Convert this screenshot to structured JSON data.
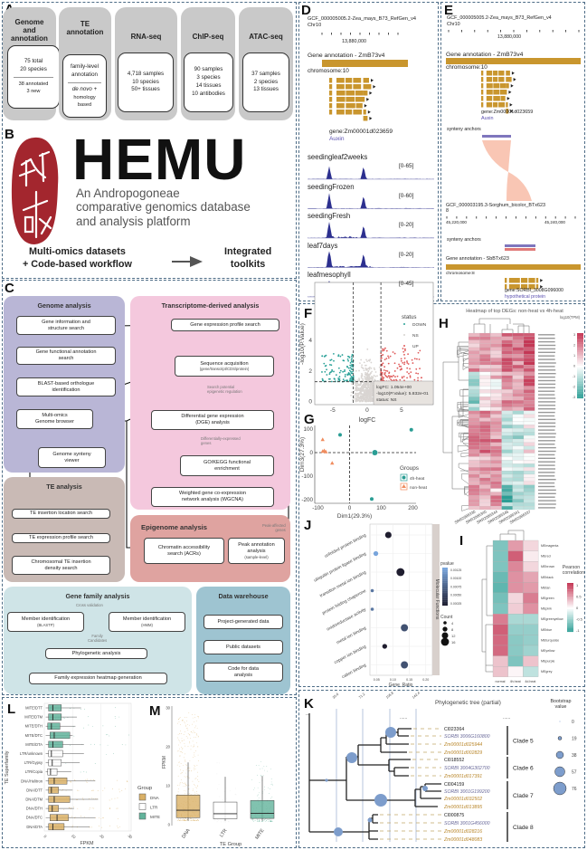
{
  "panel_letters": [
    "A",
    "B",
    "C",
    "D",
    "E",
    "F",
    "G",
    "H",
    "I",
    "J",
    "K",
    "L",
    "M"
  ],
  "panelA": {
    "cards": [
      {
        "title": "Genome\nand\nannotation",
        "lines": [
          "75 total",
          "20 species"
        ],
        "sub": [
          "38 annotated",
          "3 new"
        ]
      },
      {
        "title": "TE\nannotation",
        "lines": [
          "family-level",
          "annotation"
        ],
        "sub_italic": "de novo",
        "sub_tail": " +",
        "sub": [
          "homology",
          "based"
        ]
      },
      {
        "title": "RNA-seq",
        "lines": [
          "4,718 samples",
          "10 species",
          "50+ tissues"
        ]
      },
      {
        "title": "ChIP-seq",
        "lines": [
          "90 samples",
          "3 species",
          "14 tissues",
          "10 antibodies"
        ]
      },
      {
        "title": "ATAC-seq",
        "lines": [
          "37 samples",
          "2 species",
          "13 tissues"
        ]
      }
    ]
  },
  "panelB": {
    "title": "HEMU",
    "subtitle": [
      "An Andropogoneae",
      "comparative genomics database",
      "and analysis platform"
    ],
    "left": "Multi-omics datasets\n+ Code-based workflow",
    "right": "Integrated\ntoolkits",
    "seal_color": "#a3262e"
  },
  "panelC": {
    "groups": {
      "genome": "Genome analysis",
      "transcriptome": "Transcriptome-derived analysis",
      "te": "TE analysis",
      "epigenome": "Epigenome analysis",
      "family": "Gene family analysis",
      "warehouse": "Data warehouse"
    },
    "nodes": {
      "gene_info": {
        "label": "Gene information and\nstructure search"
      },
      "func_annot": {
        "label": "Gene functional annotation\nsearch"
      },
      "blast": {
        "label": "BLAST-based orthologue\nidentification"
      },
      "browser": {
        "label": "Multi-omics\nGenome browser"
      },
      "synteny": {
        "label": "Genome synteny\nviewer"
      },
      "expr": {
        "label": "Gene expression profile search"
      },
      "seq": {
        "label": "Sequence acquisition",
        "sub": "(gene/transcript/CDS/protein)"
      },
      "dge": {
        "label": "Differential gene expression\n(DGE) analysis"
      },
      "go": {
        "label": "GO/KEGG functional\nenrichment"
      },
      "wgcna": {
        "label": "Weighted gene co-expression\nnetwork analysis (WGCNA)"
      },
      "te_loc": {
        "label": "TE insertion location search"
      },
      "te_expr": {
        "label": "TE expression profile search"
      },
      "te_dens": {
        "label": "Chromosomal TE insertion\ndensity search"
      },
      "acr": {
        "label": "Chromatin accessibility\nsearch (ACRs)"
      },
      "peak": {
        "label": "Peak annotation\nanalysis",
        "sub": "(sample-level)"
      },
      "blastp": {
        "label": "Member identification",
        "sub": "(BLASTP)"
      },
      "hmm": {
        "label": "Member identification",
        "sub": "(HMM)"
      },
      "phylo": {
        "label": "Phylogenetic analysis"
      },
      "fam_heat": {
        "label": "Family expression heatmap generation"
      },
      "proj": {
        "label": "Project-generated data"
      },
      "public": {
        "label": "Public datasets"
      },
      "code": {
        "label": "Code for data\nanalysis"
      }
    },
    "notes": {
      "epi_reg": "Search potential\nepigenetic regulation",
      "deg": "Differentially-expressed\ngenes",
      "peak_genes": "Peak-affected\ngenes",
      "cross": "Cross validation",
      "cand": "Family\nCandidates"
    }
  },
  "panelD": {
    "assembly": "GCF_000005005.2-Zea_mays_B73_RefGen_v4",
    "chr": "Chr10",
    "coord": "13,880,000",
    "annot": "Gene annotation - ZmB73v4",
    "chrom": "chromosome:10",
    "gene": "gene:Zm00001d023659",
    "product": "Auxin",
    "tracks": [
      {
        "name": "seedingleaf2weeks",
        "range": "[0-65]"
      },
      {
        "name": "seedingFrozen",
        "range": "[0-60]"
      },
      {
        "name": "seedingFresh",
        "range": "[0-20]"
      },
      {
        "name": "leaf7days",
        "range": "[0-20]"
      },
      {
        "name": "leafmesophyll",
        "range": "[0-45]"
      }
    ],
    "colors": {
      "gene": "#c9962e",
      "track": "#2c2f8f",
      "label": "#5a4fb0"
    }
  },
  "panelE": {
    "assembly": "GCF_000005005.2-Zea_mays_B73_RefGen_v4",
    "chr": "Chr10",
    "coord": "13,880,000",
    "annot": "Gene annotation - ZmB73v4",
    "chrom": "chromosome:10",
    "gene": "gene:Zm00001d023659",
    "product": "Auxin",
    "anchors": "synteny anchors",
    "assembly2": "GCF_000003195.3-Sorghum_bicolor_BTx623",
    "chr2": "8",
    "coord2a": "45,220,000",
    "coord2b": "45,240,000",
    "anchors2": "synteny anchors",
    "annot2": "Gene annotation - SbBTx623",
    "chrom2": "chromosome:8",
    "gene2": "gene:SORBI_3008G096000",
    "product2": "hypothetical protein",
    "ribbon_color": "#f9c6b4"
  },
  "chart_data": [
    {
      "id": "F",
      "type": "scatter",
      "title": "",
      "xlabel": "logFC",
      "ylabel": "-log10(P.Value)",
      "xlim": [
        -7.6,
        9.6
      ],
      "ylim": [
        -0.2,
        7.8
      ],
      "xticks": [
        -5,
        0,
        5
      ],
      "yticks": [
        0,
        2,
        4
      ],
      "thresholds": {
        "logFC": [
          -2,
          2
        ],
        "neglog10p": 1.3
      },
      "legend": {
        "title": "status",
        "entries": [
          {
            "name": "DOWN",
            "color": "#2aa198"
          },
          {
            "name": "NS",
            "color": "#d6d2cf"
          },
          {
            "name": "UP",
            "color": "#e05a5a"
          }
        ]
      },
      "tooltip": [
        "logFC:  1.054e+00",
        "-log10(P.Value): 5.832e-01",
        "status: NS"
      ]
    },
    {
      "id": "G",
      "type": "scatter",
      "xlabel": "Dim1(29.3%)",
      "ylabel": "Dim3(27.3%)",
      "xlim": [
        -110,
        210
      ],
      "ylim": [
        -215,
        115
      ],
      "xticks": [
        -100,
        0,
        100,
        200
      ],
      "yticks": [
        100,
        0,
        -100,
        -200
      ],
      "legend": {
        "title": "Groups",
        "entries": [
          {
            "name": "4h-heat",
            "color": "#2a9d94"
          },
          {
            "name": "non-heat",
            "color": "#f08c5e"
          }
        ]
      },
      "series": [
        {
          "name": "4h-heat",
          "points": [
            [
              -30,
              75
            ],
            [
              195,
              97
            ],
            [
              80,
              0
            ],
            [
              78,
              -3
            ],
            [
              70,
              -197
            ]
          ]
        },
        {
          "name": "non-heat",
          "points": [
            [
              -85,
              55
            ],
            [
              -85,
              5
            ],
            [
              -80,
              8
            ],
            [
              -75,
              3
            ],
            [
              -55,
              -45
            ]
          ]
        }
      ]
    },
    {
      "id": "H",
      "type": "heatmap",
      "title": "Heatmap of top DEGs: non-heat vs 4h-heat",
      "legend_title": "log10(TPM)",
      "legend_ticks": [
        "3",
        "2",
        "1",
        "0",
        "-1",
        "-2",
        "-3"
      ],
      "columns": [
        "SRR2086330",
        "SRR2086340",
        "SRR2086344",
        "SRR2086345",
        "SRR2086341",
        "SRR2086337"
      ],
      "row_blocks": [
        {
          "rows": 11,
          "means": [
            1.2,
            1.3,
            1.1,
            2.2,
            2.0,
            2.7
          ]
        },
        {
          "rows": 11,
          "means": [
            -1.0,
            0.2,
            0.4,
            1.6,
            1.3,
            2.1
          ]
        },
        {
          "rows": 21,
          "means": [
            1.7,
            1.8,
            1.6,
            -0.7,
            -0.5,
            0.0
          ]
        },
        {
          "rows": 7,
          "means": [
            1.6,
            1.2,
            1.5,
            -2.2,
            -1.2,
            -0.6
          ]
        }
      ]
    },
    {
      "id": "I",
      "type": "heatmap",
      "legend_title": "Pearson\ncorrelation",
      "legend_ticks": [
        "1",
        "0.5",
        "0",
        "-0.5",
        "-1"
      ],
      "columns": [
        "normal",
        "4h.heat",
        "4d.heat"
      ],
      "rows": [
        "MEmagenta",
        "MEred",
        "MEbrown",
        "MEblack",
        "MEtan",
        "MEgreen",
        "MEpink",
        "MEgreenyellow",
        "MEblue",
        "MEturquoise",
        "MEyellow",
        "MEpurple",
        "MEgrey"
      ],
      "values": [
        [
          -0.6,
          0.5,
          0.2
        ],
        [
          -0.6,
          0.8,
          0.1
        ],
        [
          -0.6,
          0.6,
          0.2
        ],
        [
          -0.7,
          0.55,
          0.45
        ],
        [
          -0.75,
          0.55,
          0.5
        ],
        [
          -0.65,
          0.2,
          0.65
        ],
        [
          -0.6,
          0.25,
          0.55
        ],
        [
          0.65,
          -0.4,
          -0.4
        ],
        [
          0.8,
          -0.5,
          -0.5
        ],
        [
          0.75,
          -0.55,
          -0.5
        ],
        [
          0.75,
          -0.55,
          -0.45
        ],
        [
          0.3,
          -0.6,
          0.3
        ],
        [
          0.3,
          0.05,
          -0.3
        ]
      ]
    },
    {
      "id": "J",
      "type": "scatter",
      "xlabel": "Gene_Ratio",
      "facet": "Molecular Functions",
      "xlim": [
        0.03,
        0.22
      ],
      "xticks": [
        "0.05",
        "0.10",
        "0.15",
        "0.20"
      ],
      "terms": [
        "unfolded protein binding",
        "ubiquitin protein ligase binding",
        "transition metal ion binding",
        "protein folding chaperone",
        "oxidoreductase activity",
        "metal ion binding",
        "copper ion binding",
        "cation binding"
      ],
      "gene_ratio": [
        0.086,
        0.048,
        0.123,
        0.037,
        0.037,
        0.135,
        0.075,
        0.135
      ],
      "count": [
        12,
        8,
        16,
        4,
        4,
        14,
        8,
        14
      ],
      "pvalue": [
        0.0002,
        0.00125,
        0.0002,
        0.0009,
        0.0009,
        0.0006,
        0.0002,
        0.0006
      ],
      "pvalue_legend": {
        "title": "pvalue",
        "ticks": [
          "0.00125",
          "0.00100",
          "0.00075",
          "0.00050",
          "0.00025"
        ]
      },
      "count_legend": {
        "title": "Count",
        "ticks": [
          "4",
          "8",
          "12",
          "16"
        ]
      }
    },
    {
      "id": "K",
      "type": "tree",
      "title": "Phylogenetic tree (partial)",
      "scale_ticks": [
        "35.6",
        "71.2",
        "106.8",
        "142.4"
      ],
      "ellipsis": [
        "...",
        "......",
        "......"
      ],
      "leaves": [
        {
          "name": "Cl023364",
          "sp": "Cl"
        },
        {
          "name": "SORBI 3006G160800",
          "sp": "Sb"
        },
        {
          "name": "Zm00001d025944",
          "sp": "Zm"
        },
        {
          "name": "Zm00001d002829",
          "sp": "Zm"
        },
        {
          "name": "Cl018552",
          "sp": "Cl"
        },
        {
          "name": "SORBI 3004G302700",
          "sp": "Sb"
        },
        {
          "name": "Zm00001d017391",
          "sp": "Zm"
        },
        {
          "name": "Cl004159",
          "sp": "Cl"
        },
        {
          "name": "SORBI 3001G199200",
          "sp": "Sb"
        },
        {
          "name": "Zm00001d032502",
          "sp": "Zm"
        },
        {
          "name": "Zm00001d013895",
          "sp": "Zm"
        },
        {
          "name": "Cl000875",
          "sp": "Cl"
        },
        {
          "name": "SORBI 3001G456000",
          "sp": "Sb"
        },
        {
          "name": "Zm00001d028216",
          "sp": "Zm"
        },
        {
          "name": "Zm00001d048083",
          "sp": "Zm"
        }
      ],
      "clades": [
        {
          "name": "Clade 5",
          "span": [
            0,
            3
          ]
        },
        {
          "name": "Clade 6",
          "span": [
            4,
            6
          ]
        },
        {
          "name": "Clade 7",
          "span": [
            7,
            10
          ]
        },
        {
          "name": "Clade 8",
          "span": [
            11,
            14
          ]
        }
      ],
      "bootstrap_legend": {
        "title": "Bootstrap\nvalue",
        "values": [
          "0",
          "19",
          "38",
          "57",
          "76"
        ]
      },
      "colors": {
        "Cl": "#222222",
        "Sb": "#6a6a9a",
        "Zm": "#b9862a",
        "bubble": "#7d9dcc"
      }
    },
    {
      "id": "L",
      "type": "boxplot",
      "xlabel": "FPKM",
      "ylabel": "TE Superfamily",
      "xlim": [
        0,
        31
      ],
      "xticks": [
        "0",
        "10",
        "20",
        "30"
      ],
      "rows": [
        {
          "name": "MITE/DTT",
          "group": "MITE",
          "stats": [
            1.5,
            3,
            6,
            13
          ]
        },
        {
          "name": "MITE/DTM",
          "group": "MITE",
          "stats": [
            1.5,
            3,
            6,
            11.5
          ]
        },
        {
          "name": "MITE/DTH",
          "group": "MITE",
          "stats": [
            1.2,
            2.5,
            5.5,
            11
          ]
        },
        {
          "name": "MITE/DTC",
          "group": "MITE",
          "stats": [
            2,
            3.5,
            9,
            10
          ]
        },
        {
          "name": "MITE/DTA",
          "group": "MITE",
          "stats": [
            1.5,
            3,
            6.5,
            14
          ]
        },
        {
          "name": "LTR/unknown",
          "group": "LTR",
          "stats": [
            1.5,
            2.5,
            6.5,
            14
          ]
        },
        {
          "name": "LTR/Gypsy",
          "group": "LTR",
          "stats": [
            1.5,
            2.8,
            6,
            12.5
          ]
        },
        {
          "name": "LTR/Copia",
          "group": "LTR",
          "stats": [
            1.2,
            2.2,
            4.5,
            9.5
          ]
        },
        {
          "name": "DNA/Helitron",
          "group": "DNA",
          "stats": [
            1.5,
            3.5,
            8,
            18
          ]
        },
        {
          "name": "DNA/DTT",
          "group": "DNA",
          "stats": [
            1.5,
            2.5,
            5,
            10
          ]
        },
        {
          "name": "DNA/DTM",
          "group": "DNA",
          "stats": [
            1.5,
            3.5,
            9,
            19
          ]
        },
        {
          "name": "DNA/DTH",
          "group": "DNA",
          "stats": [
            1.5,
            2.8,
            5,
            10.5
          ]
        },
        {
          "name": "DNA/DTC",
          "group": "DNA",
          "stats": [
            2,
            4.5,
            8.5,
            18
          ]
        },
        {
          "name": "DNA/DTA",
          "group": "DNA",
          "stats": [
            1.5,
            3,
            7,
            16
          ]
        }
      ],
      "legend": {
        "title": "Group",
        "entries": [
          "DNA",
          "LTR",
          "MITE"
        ]
      },
      "colors": {
        "DNA": "#d9b066",
        "LTR": "#ffffff",
        "MITE": "#62b39b"
      }
    },
    {
      "id": "M",
      "type": "boxplot",
      "xlabel": "TE Group",
      "ylabel": "FPKM",
      "ylim": [
        0,
        30
      ],
      "yticks": [
        "0",
        "10",
        "20",
        "30"
      ],
      "groups": [
        {
          "name": "DNA",
          "stats": [
            1.8,
            3.7,
            7.6,
            16
          ]
        },
        {
          "name": "LTR",
          "stats": [
            1.5,
            2.8,
            5.8,
            12.3
          ]
        },
        {
          "name": "MITE",
          "stats": [
            1.6,
            2.9,
            6.2,
            12.5
          ]
        }
      ]
    }
  ]
}
